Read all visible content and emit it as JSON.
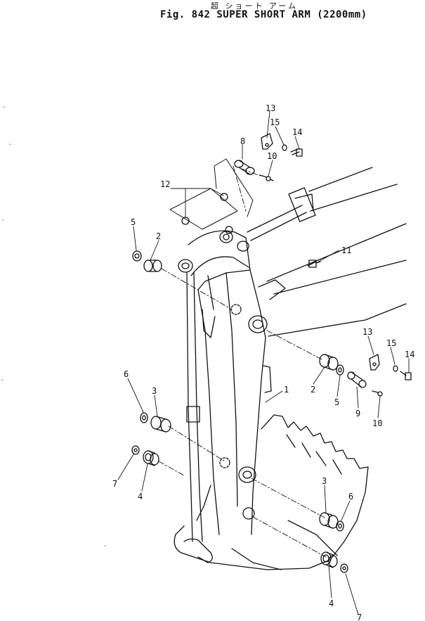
{
  "header": {
    "title_jp": "超 ショート アーム",
    "title_en": "Fig. 842 SUPER SHORT ARM (2200mm)"
  },
  "callouts": [
    {
      "id": "c13a",
      "label": "13"
    },
    {
      "id": "c15a",
      "label": "15"
    },
    {
      "id": "c14a",
      "label": "14"
    },
    {
      "id": "c8",
      "label": "8"
    },
    {
      "id": "c10a",
      "label": "10"
    },
    {
      "id": "c12",
      "label": "12"
    },
    {
      "id": "c5a",
      "label": "5"
    },
    {
      "id": "c2a",
      "label": "2"
    },
    {
      "id": "c11",
      "label": "11"
    },
    {
      "id": "c13b",
      "label": "13"
    },
    {
      "id": "c15b",
      "label": "15"
    },
    {
      "id": "c14b",
      "label": "14"
    },
    {
      "id": "c6a",
      "label": "6"
    },
    {
      "id": "c3a",
      "label": "3"
    },
    {
      "id": "c1",
      "label": "1"
    },
    {
      "id": "c2b",
      "label": "2"
    },
    {
      "id": "c5b",
      "label": "5"
    },
    {
      "id": "c9",
      "label": "9"
    },
    {
      "id": "c10b",
      "label": "10"
    },
    {
      "id": "c7a",
      "label": "7"
    },
    {
      "id": "c4a",
      "label": "4"
    },
    {
      "id": "c3b",
      "label": "3"
    },
    {
      "id": "c6b",
      "label": "6"
    },
    {
      "id": "c4b",
      "label": "4"
    },
    {
      "id": "c7b",
      "label": "7"
    }
  ]
}
